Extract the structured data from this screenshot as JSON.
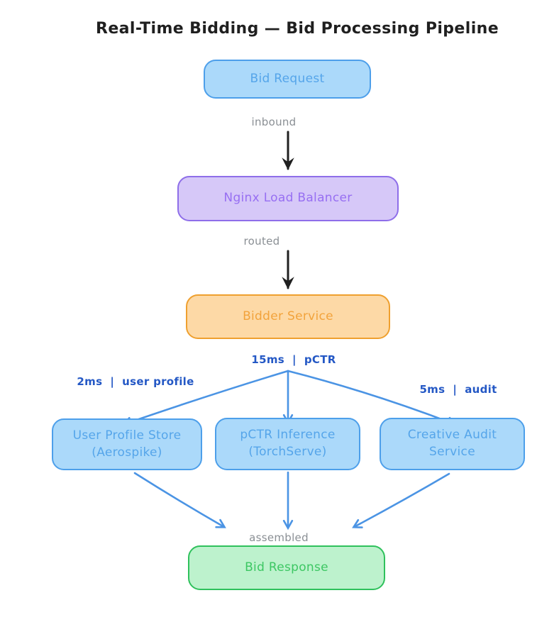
{
  "title": "Real-Time Bidding — Bid Processing Pipeline",
  "nodes": {
    "bid_request": {
      "label": "Bid Request",
      "fill": "#abd9fa",
      "border": "#4d9fea",
      "text": "#55a5ea"
    },
    "nginx_lb": {
      "label": "Nginx Load Balancer",
      "fill": "#d6c8f8",
      "border": "#8e6ee9",
      "text": "#976ff2"
    },
    "bidder_service": {
      "label": "Bidder Service",
      "fill": "#fdd9a6",
      "border": "#efa02f",
      "text": "#f2a33c"
    },
    "user_profile_store": {
      "label": "User Profile Store\n(Aerospike)",
      "fill": "#abd9fa",
      "border": "#4d9fea",
      "text": "#55a5ea"
    },
    "pctr_inference": {
      "label": "pCTR Inference\n(TorchServe)",
      "fill": "#abd9fa",
      "border": "#4d9fea",
      "text": "#55a5ea"
    },
    "creative_audit": {
      "label": "Creative Audit\nService",
      "fill": "#abd9fa",
      "border": "#4d9fea",
      "text": "#55a5ea"
    },
    "bid_response": {
      "label": "Bid Response",
      "fill": "#bdf2cd",
      "border": "#2fc15c",
      "text": "#3dc763"
    }
  },
  "edges": {
    "inbound_label": "inbound",
    "routed_label": "routed",
    "pctr_label": "15ms  |  pCTR",
    "user_profile_label": "2ms  |  user profile",
    "audit_label": "5ms  |  audit",
    "assembled_label": "assembled"
  },
  "colors": {
    "background": "#ffffff",
    "title_text": "#1f1f1f",
    "edge_label_gray": "#8a8f94",
    "edge_label_blue": "#2458c5",
    "arrow_blue": "#4b94e4",
    "arrow_black": "#202020"
  }
}
